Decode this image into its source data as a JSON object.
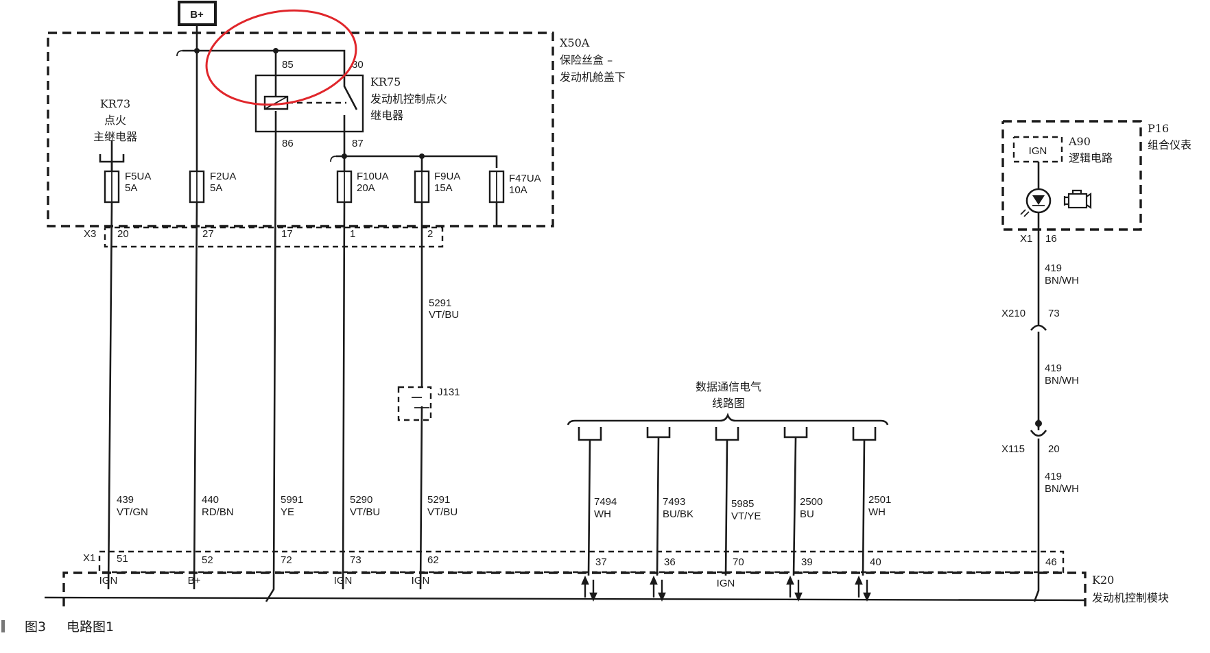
{
  "highlight_color": "#e0262b",
  "battery": {
    "label": "B+"
  },
  "fuse_box": {
    "id": "X50A",
    "name_line1": "保险丝盒 –",
    "name_line2": "发动机舱盖下"
  },
  "relay_kr75": {
    "id": "KR75",
    "name_line1": "发动机控制点火",
    "name_line2": "继电器",
    "pins": [
      "85",
      "30",
      "86",
      "87"
    ]
  },
  "relay_kr73": {
    "id": "KR73",
    "name_line1": "点火",
    "name_line2": "主继电器"
  },
  "fuses": [
    {
      "name": "F5UA",
      "rating": "5A"
    },
    {
      "name": "F2UA",
      "rating": "5A"
    },
    {
      "name": "F10UA",
      "rating": "20A"
    },
    {
      "name": "F9UA",
      "rating": "15A"
    },
    {
      "name": "F47UA",
      "rating": "10A"
    }
  ],
  "connector_x3": {
    "id": "X3",
    "pins": [
      "20",
      "27",
      "17",
      "1",
      "2"
    ]
  },
  "wires_left": [
    {
      "circuit": "439",
      "color": "VT/GN"
    },
    {
      "circuit": "440",
      "color": "RD/BN"
    },
    {
      "circuit": "5991",
      "color": "YE"
    },
    {
      "circuit": "5290",
      "color": "VT/BU"
    },
    {
      "circuit": "5291",
      "color": "VT/BU"
    }
  ],
  "wire_upper": {
    "circuit": "5291",
    "color": "VT/BU"
  },
  "splice": {
    "id": "J131"
  },
  "data_comm": {
    "line1": "数据通信电气",
    "line2": "线路图"
  },
  "wires_data": [
    {
      "circuit": "7494",
      "color": "WH"
    },
    {
      "circuit": "7493",
      "color": "BU/BK"
    },
    {
      "circuit": "5985",
      "color": "VT/YE"
    },
    {
      "circuit": "2500",
      "color": "BU"
    },
    {
      "circuit": "2501",
      "color": "WH"
    }
  ],
  "cluster": {
    "id": "P16",
    "name": "组合仪表",
    "logic_id": "A90",
    "logic_name": "逻辑电路",
    "ign": "IGN",
    "connector": "X1",
    "pin": "16"
  },
  "right_wires": [
    {
      "circuit": "419",
      "color": "BN/WH"
    },
    {
      "circuit": "419",
      "color": "BN/WH"
    },
    {
      "circuit": "419",
      "color": "BN/WH"
    }
  ],
  "inline_x210": {
    "id": "X210",
    "pin": "73"
  },
  "inline_x115": {
    "id": "X115",
    "pin": "20"
  },
  "ecm": {
    "id": "K20",
    "name": "发动机控制模块",
    "connector": "X1",
    "pins": [
      "51",
      "52",
      "72",
      "73",
      "62",
      "37",
      "36",
      "70",
      "39",
      "40",
      "46"
    ],
    "pin_labels": [
      "IGN",
      "B+",
      "IGN",
      "IGN",
      "IGN"
    ]
  },
  "caption": {
    "figure": "图3",
    "title": "电路图1"
  }
}
